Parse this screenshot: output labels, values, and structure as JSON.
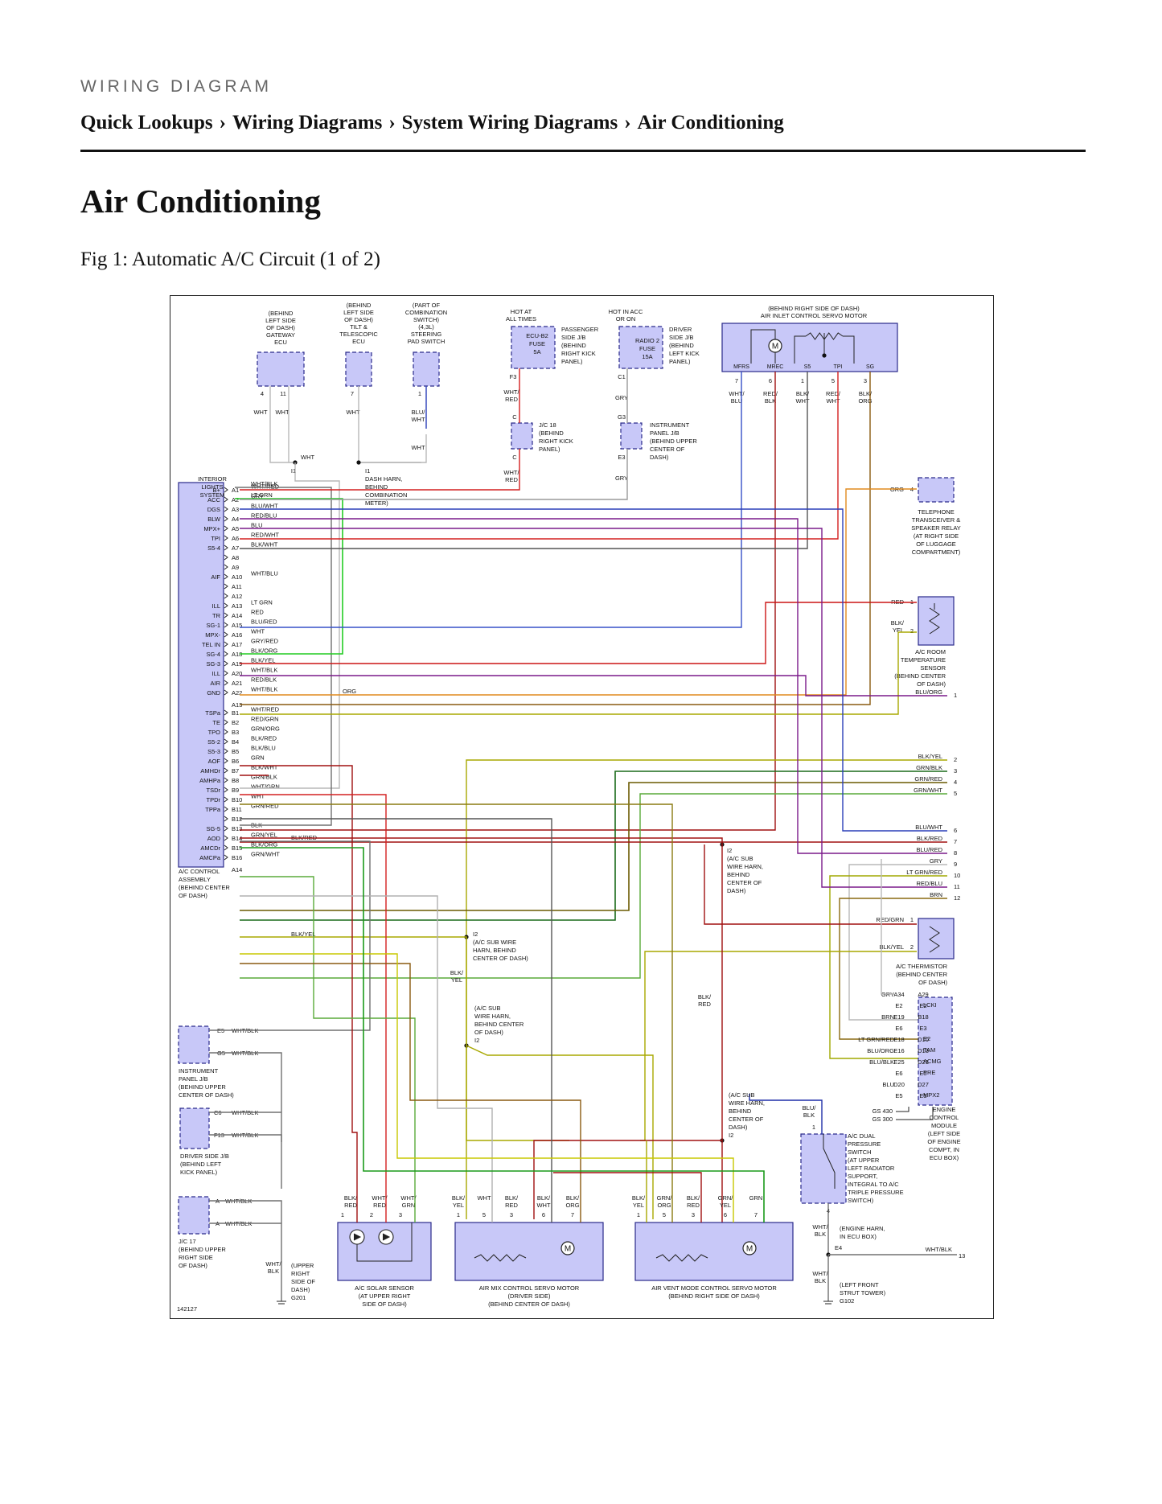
{
  "header": {
    "kicker": "WIRING DIAGRAM",
    "breadcrumbs": [
      "Quick Lookups",
      "Wiring Diagrams",
      "System Wiring Diagrams",
      "Air Conditioning"
    ],
    "separator": "›"
  },
  "page_title": "Air Conditioning",
  "figure_caption": "Fig 1: Automatic A/C Circuit (1 of 2)",
  "diagram": {
    "id": "142127",
    "ecu_connector_a": [
      {
        "pin": "A1",
        "label": "B+",
        "wire": "WHT/RED",
        "color": "#d42020"
      },
      {
        "pin": "A2",
        "label": "ACC",
        "wire": "GRY",
        "color": "#9a9a9a"
      },
      {
        "pin": "A3",
        "label": "DGS",
        "wire": "BLU/WHT",
        "color": "#2a3fb8"
      },
      {
        "pin": "A4",
        "label": "BLW",
        "wire": "RED/BLU",
        "color": "#7a1a8a"
      },
      {
        "pin": "A5",
        "label": "MPX+",
        "wire": "BLU",
        "color": "#1f2fa8"
      },
      {
        "pin": "A6",
        "label": "TPI",
        "wire": "RED/WHT",
        "color": "#d42020"
      },
      {
        "pin": "A7",
        "label": "S5-4",
        "wire": "BLK/WHT",
        "color": "#555555"
      },
      {
        "pin": "A8",
        "label": "",
        "wire": "",
        "color": ""
      },
      {
        "pin": "A9",
        "label": "",
        "wire": "",
        "color": ""
      },
      {
        "pin": "A10",
        "label": "AIF",
        "wire": "WHT/BLU",
        "color": "#3650c8"
      },
      {
        "pin": "A11",
        "label": "",
        "wire": "",
        "color": ""
      },
      {
        "pin": "A12",
        "label": "",
        "wire": "",
        "color": ""
      },
      {
        "pin": "A13",
        "label": "ILL",
        "wire": "LT GRN",
        "color": "#22cc22"
      },
      {
        "pin": "A14",
        "label": "TR",
        "wire": "RED",
        "color": "#cc1515"
      },
      {
        "pin": "A15",
        "label": "SG-1",
        "wire": "BLU/RED",
        "color": "#7a1a8a"
      },
      {
        "pin": "A16",
        "label": "MPX-",
        "wire": "WHT",
        "color": "#b0b0b0"
      },
      {
        "pin": "A17",
        "label": "TEL IN",
        "wire": "GRY/RED",
        "color": "#e08a1e"
      },
      {
        "pin": "A18",
        "label": "SG-4",
        "wire": "BLK/ORG",
        "color": "#8a5a10"
      },
      {
        "pin": "A19",
        "label": "SG-3",
        "wire": "BLK/YEL",
        "color": "#a8a800"
      },
      {
        "pin": "A20",
        "label": "ILL",
        "wire": "WHT/BLK",
        "color": "#707070"
      },
      {
        "pin": "A21",
        "label": "AIR",
        "wire": "RED/BLK",
        "color": "#a01010"
      },
      {
        "pin": "A22",
        "label": "GND",
        "wire": "WHT/BLK",
        "color": "#707070"
      }
    ],
    "ecu_connector_b": [
      {
        "pin": "B1",
        "label": "TSPa",
        "wire": "WHT/RED",
        "color": "#d42020"
      },
      {
        "pin": "B2",
        "label": "TE",
        "wire": "RED/GRN",
        "color": "#a01010"
      },
      {
        "pin": "B3",
        "label": "TPO",
        "wire": "GRN/ORG",
        "color": "#8a7a10"
      },
      {
        "pin": "B4",
        "label": "S5-2",
        "wire": "BLK/RED",
        "color": "#a01010"
      },
      {
        "pin": "B5",
        "label": "S5-3",
        "wire": "BLK/BLU",
        "color": "#3a3a90"
      },
      {
        "pin": "B6",
        "label": "AOF",
        "wire": "GRN",
        "color": "#1a9a1a"
      },
      {
        "pin": "B7",
        "label": "AMHDr",
        "wire": "BLK/WHT",
        "color": "#555555"
      },
      {
        "pin": "B8",
        "label": "AMHPa",
        "wire": "GRN/BLK",
        "color": "#1a6a1a"
      },
      {
        "pin": "B9",
        "label": "TSDr",
        "wire": "WHT/GRN",
        "color": "#5aaa3a"
      },
      {
        "pin": "B10",
        "label": "TPDr",
        "wire": "WHT",
        "color": "#b0b0b0"
      },
      {
        "pin": "B11",
        "label": "TPPa",
        "wire": "GRN/RED",
        "color": "#6a5a00"
      },
      {
        "pin": "B12",
        "label": "",
        "wire": "",
        "color": ""
      },
      {
        "pin": "B13",
        "label": "SG-5",
        "wire": "BLK",
        "color": "#222222"
      },
      {
        "pin": "B14",
        "label": "AOD",
        "wire": "GRN/YEL",
        "color": "#c8c800"
      },
      {
        "pin": "B15",
        "label": "AMCDr",
        "wire": "BLK/ORG",
        "color": "#8a5a10"
      },
      {
        "pin": "B16",
        "label": "AMCPa",
        "wire": "GRN/WHT",
        "color": "#5aaa3a"
      }
    ],
    "ecu_extra_pins": [
      "A13",
      "A14"
    ],
    "ecu_caption": [
      "A/C CONTROL",
      "ASSEMBLY",
      "(BEHIND CENTER",
      "OF DASH)"
    ],
    "top_components": {
      "gateway": [
        "(BEHIND",
        "LEFT SIDE",
        "OF DASH)",
        "GATEWAY",
        "ECU"
      ],
      "gateway_pins": [
        "4",
        "11"
      ],
      "gateway_wires": [
        "WHT",
        "WHT"
      ],
      "tilt": [
        "(BEHIND",
        "LEFT SIDE",
        "OF DASH)",
        "TILT &",
        "TELESCOPIC",
        "ECU"
      ],
      "tilt_pin": "7",
      "tilt_wire": "WHT",
      "steering": [
        "(PART OF",
        "COMBINATION",
        "SWITCH)",
        "(4,3L)",
        "STEERING",
        "PAD SWITCH"
      ],
      "steering_pin": "1",
      "steering_wire": [
        "BLU/",
        "WHT"
      ],
      "steering_wire_2": "WHT",
      "junction_wire": "WHT",
      "i1_left": "I1",
      "i1_right": [
        "I1",
        "DASH HARN,",
        "BEHIND",
        "COMBINATION",
        "METER)"
      ],
      "hot_all": [
        "HOT AT",
        "ALL TIMES"
      ],
      "ecu_b2_fuse": [
        "ECU-B2",
        "FUSE",
        "5A"
      ],
      "passenger_jb": [
        "PASSENGER",
        "SIDE J/B",
        "(BEHIND",
        "RIGHT KICK",
        "PANEL)"
      ],
      "hot_acc": [
        "HOT IN ACC",
        "OR ON"
      ],
      "radio_fuse": [
        "RADIO 2",
        "FUSE",
        "15A"
      ],
      "driver_jb": [
        "DRIVER",
        "SIDE J/B",
        "(BEHIND",
        "LEFT KICK",
        "PANEL)"
      ],
      "f3": "F3",
      "c1": "C1",
      "wht_red_1": [
        "WHT/",
        "RED"
      ],
      "gry_1": "GRY",
      "c_a": "C",
      "g3": "G3",
      "jc18": [
        "J/C 18",
        "(BEHIND",
        "RIGHT KICK",
        "PANEL)"
      ],
      "ipjb": [
        "INSTRUMENT",
        "PANEL J/B",
        "(BEHIND UPPER",
        "CENTER OF",
        "DASH)"
      ],
      "c_b": "C",
      "e3": "E3",
      "wht_red_2": [
        "WHT/",
        "RED"
      ],
      "gry_2": "GRY",
      "air_inlet_title": [
        "(BEHIND RIGHT SIDE OF DASH)",
        "AIR INLET CONTROL SERVO MOTOR"
      ],
      "air_inlet_pins": [
        {
          "name": "MFRS",
          "num": "7",
          "wire": [
            "WHT/",
            "BLU"
          ]
        },
        {
          "name": "MREC",
          "num": "6",
          "wire": [
            "RED/",
            "BLK"
          ]
        },
        {
          "name": "S5",
          "num": "1",
          "wire": [
            "BLK/",
            "WHT"
          ]
        },
        {
          "name": "TPI",
          "num": "5",
          "wire": [
            "RED/",
            "WHT"
          ]
        },
        {
          "name": "SG",
          "num": "3",
          "wire": [
            "BLK/",
            "ORG"
          ]
        }
      ],
      "interior_lights": [
        "INTERIOR",
        "LIGHTS",
        "SYSTEM"
      ],
      "il_wires": [
        "WHT/BLK",
        "LT GRN"
      ]
    },
    "right_components": {
      "telephone": [
        "TELEPHONE",
        "TRANSCEIVER &",
        "SPEAKER RELAY",
        "(AT RIGHT SIDE",
        "OF LUGGAGE",
        "COMPARTMENT)"
      ],
      "telephone_wire": "ORG",
      "telephone_pin": "4",
      "room_sensor": [
        "A/C ROOM",
        "TEMPERATURE",
        "SENSOR",
        "(BEHIND CENTER",
        "OF DASH)"
      ],
      "room_sensor_wires": [
        {
          "wire": "RED",
          "pin": "1"
        },
        {
          "wire": [
            "BLK/",
            "YEL"
          ],
          "pin": "2"
        }
      ],
      "sheet_links": [
        {
          "wire": "BLU/ORG",
          "num": "1"
        },
        {
          "wire": "BLK/YEL",
          "num": "2"
        },
        {
          "wire": "GRN/BLK",
          "num": "3"
        },
        {
          "wire": "GRN/RED",
          "num": "4"
        },
        {
          "wire": "GRN/WHT",
          "num": "5"
        },
        {
          "wire": "BLU/WHT",
          "num": "6"
        },
        {
          "wire": "BLK/RED",
          "num": "7"
        },
        {
          "wire": "BLU/RED",
          "num": "8"
        },
        {
          "wire": "GRY",
          "num": "9"
        },
        {
          "wire": "LT GRN/RED",
          "num": "10"
        },
        {
          "wire": "RED/BLU",
          "num": "11"
        },
        {
          "wire": "BRN",
          "num": "12"
        }
      ],
      "thermistor": [
        "A/C THERMISTOR",
        "(BEHIND CENTER",
        "OF DASH)"
      ],
      "thermistor_wires": [
        {
          "wire": "RED/GRN",
          "pin": "1"
        },
        {
          "wire": "BLK/YEL",
          "pin": "2"
        }
      ],
      "engine_ecm": [
        "ENGINE",
        "CONTROL",
        "MODULE",
        "(LEFT SIDE",
        "OF ENGINE",
        "COMPT, IN",
        "ECU BOX)"
      ],
      "ecm_rows": [
        {
          "wire": "GRY",
          "a": "A34",
          "b": "A29",
          "pin": "LCKI"
        },
        {
          "wire": "",
          "a": "E2",
          "b": "E2",
          "pin": ""
        },
        {
          "wire": "BRN",
          "a": "E19",
          "b": "B18",
          "pin": ""
        },
        {
          "wire": "",
          "a": "E6",
          "b": "E3",
          "pin": "E2"
        },
        {
          "wire": "LT GRN/RED",
          "a": "E18",
          "b": "D10",
          "pin": "TAM"
        },
        {
          "wire": "BLU/ORG",
          "a": "E16",
          "b": "D13",
          "pin": "ACMG"
        },
        {
          "wire": "BLU/BLK",
          "a": "E25",
          "b": "D21",
          "pin": "PRE"
        },
        {
          "wire": "",
          "a": "E6",
          "b": "E5",
          "pin": ""
        },
        {
          "wire": "BLU",
          "a": "D20",
          "b": "D27",
          "pin": "MPX2"
        },
        {
          "wire": "",
          "a": "E5",
          "b": "E5",
          "pin": ""
        }
      ],
      "gs": [
        "GS 430",
        "GS 300"
      ],
      "dual_pressure": [
        "A/C DUAL",
        "PRESSURE",
        "SWITCH",
        "(AT UPPER",
        "LEFT RADIATOR",
        "SUPPORT,",
        "INTEGRAL TO A/C",
        "TRIPLE PRESSURE",
        "SWITCH)"
      ],
      "dps_wire_top": [
        "BLU/",
        "BLK"
      ],
      "dps_pin_top": "1",
      "dps_pin_bottom": "4",
      "dps_wire_bottom": [
        "WHT/",
        "BLK"
      ],
      "engine_harn": [
        "(ENGINE HARN,",
        "IN ECU BOX)"
      ],
      "e4": "E4",
      "e4_wire": "WHT/BLK",
      "e4_num": "13",
      "g102_wire": [
        "WHT/",
        "BLK"
      ],
      "g102": [
        "(LEFT FRONT",
        "STRUT TOWER)",
        "G102"
      ]
    },
    "splices": {
      "b5_inline": "BLK/RED",
      "a17_inline": "ORG",
      "b13_inline": "BLK/YEL",
      "i2_a": [
        "I2",
        "(A/C SUB WIRE",
        "HARN, BEHIND",
        "CENTER OF DASH)"
      ],
      "i2_b": [
        "I2",
        "(A/C SUB",
        "WIRE HARN,",
        "BEHIND",
        "CENTER OF",
        "DASH)"
      ],
      "i2_c": [
        "(A/C SUB",
        "WIRE HARN,",
        "BEHIND CENTER",
        "OF DASH)",
        "I2"
      ],
      "i2_d": [
        "(A/C SUB",
        "WIRE HARN,",
        "BEHIND",
        "CENTER OF",
        "DASH)",
        "I2"
      ],
      "blk_yel": [
        "BLK/",
        "YEL"
      ],
      "blk_red": [
        "BLK/",
        "RED"
      ]
    },
    "left_bottom": {
      "ipjb2": [
        "INSTRUMENT",
        "PANEL J/B",
        "(BEHIND UPPER",
        "CENTER OF DASH)"
      ],
      "ipjb2_pins": [
        {
          "pin": "E5",
          "wire": "WHT/BLK"
        },
        {
          "pin": "G5",
          "wire": "WHT/BLK"
        }
      ],
      "djb2": [
        "DRIVER SIDE J/B",
        "(BEHIND LEFT",
        "KICK PANEL)"
      ],
      "djb2_pins": [
        {
          "pin": "C6",
          "wire": "WHT/BLK"
        },
        {
          "pin": "F13",
          "wire": "WHT/BLK"
        }
      ],
      "jc17": [
        "J/C 17",
        "(BEHIND UPPER",
        "RIGHT SIDE",
        "OF DASH)"
      ],
      "jc17_pins": [
        {
          "pin": "A",
          "wire": "WHT/BLK"
        },
        {
          "pin": "A",
          "wire": "WHT/BLK"
        }
      ],
      "g201_wire": [
        "WHT/",
        "BLK"
      ],
      "g201": [
        "(UPPER",
        "RIGHT",
        "SIDE OF",
        "DASH)",
        "G201"
      ]
    },
    "bottom_components": {
      "solar": {
        "caption": [
          "A/C SOLAR SENSOR",
          "(AT UPPER RIGHT",
          "SIDE OF DASH)"
        ],
        "pins": [
          {
            "wire": [
              "BLK/",
              "RED"
            ],
            "num": "1"
          },
          {
            "wire": [
              "WHT/",
              "RED"
            ],
            "num": "2"
          },
          {
            "wire": [
              "WHT/",
              "GRN"
            ],
            "num": "3"
          }
        ]
      },
      "air_mix": {
        "caption": [
          "AIR MIX CONTROL SERVO MOTOR",
          "(DRIVER SIDE)",
          "(BEHIND CENTER OF DASH)"
        ],
        "pins": [
          {
            "wire": [
              "BLK/",
              "YEL"
            ],
            "num": "1"
          },
          {
            "wire": [
              "WHT"
            ],
            "num": "5"
          },
          {
            "wire": [
              "BLK/",
              "RED"
            ],
            "num": "3"
          },
          {
            "wire": [
              "BLK/",
              "WHT"
            ],
            "num": "6"
          },
          {
            "wire": [
              "BLK/",
              "ORG"
            ],
            "num": "7"
          }
        ]
      },
      "air_vent": {
        "caption": [
          "AIR VENT MODE CONTROL SERVO MOTOR",
          "(BEHIND RIGHT SIDE OF DASH)"
        ],
        "pins": [
          {
            "wire": [
              "BLK/",
              "YEL"
            ],
            "num": "1"
          },
          {
            "wire": [
              "GRN/",
              "ORG"
            ],
            "num": "5"
          },
          {
            "wire": [
              "BLK/",
              "RED"
            ],
            "num": "3"
          },
          {
            "wire": [
              "GRN/",
              "YEL"
            ],
            "num": "6"
          },
          {
            "wire": [
              "GRN"
            ],
            "num": "7"
          }
        ]
      }
    },
    "motor_symbol": "M",
    "colors": {
      "component_fill": "#c8c8f8",
      "component_stroke": "#2a2a8a",
      "line": "#333333"
    }
  }
}
